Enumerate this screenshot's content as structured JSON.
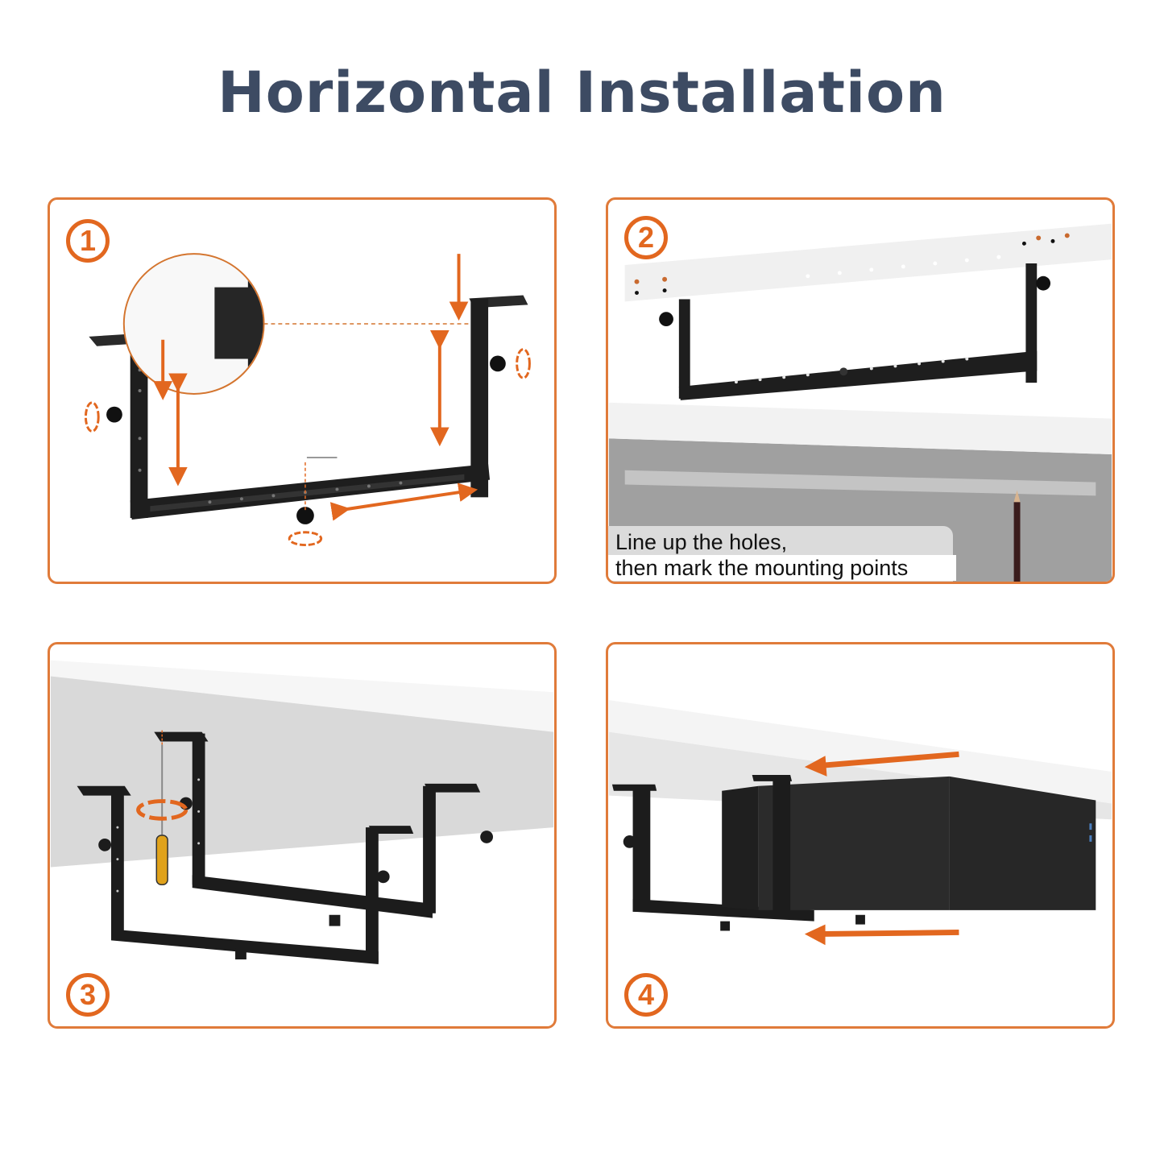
{
  "title": "Horizontal Installation",
  "colors": {
    "title": "#3d4b63",
    "accent_orange": "#e2671f",
    "panel_border": "#e07b3a",
    "bracket_black": "#1e1e1e",
    "desk_gray": "#a0a0a0",
    "caption_bg": "#dedede"
  },
  "steps": [
    {
      "number": "1",
      "badge": "①",
      "description": "Adjustable U-bracket with zoomed detail of sliding arm; arrows show vertical and horizontal adjustment, knobs tighten",
      "icons": [
        "down-arrow",
        "double-vertical-arrow",
        "double-horizontal-arrow",
        "rotate-arrow",
        "hex-key",
        "knob",
        "magnify-circle"
      ]
    },
    {
      "number": "2",
      "badge": "②",
      "description": "Template strip aligned under desk with bracket; pencil marks mounting points",
      "caption": {
        "line1": "Line up the holes,",
        "line2": "then mark the mounting points"
      },
      "icons": [
        "template-strip",
        "pencil",
        "bracket"
      ]
    },
    {
      "number": "3",
      "badge": "③",
      "description": "Two brackets screwed to underside of desk with a screwdriver",
      "icons": [
        "screwdriver",
        "rotate-arrow",
        "bracket"
      ]
    },
    {
      "number": "4",
      "badge": "④",
      "description": "PC case slid into mounted brackets; arrows indicate sliding direction",
      "icons": [
        "left-arrow",
        "left-arrow",
        "pc-case",
        "bracket"
      ]
    }
  ]
}
